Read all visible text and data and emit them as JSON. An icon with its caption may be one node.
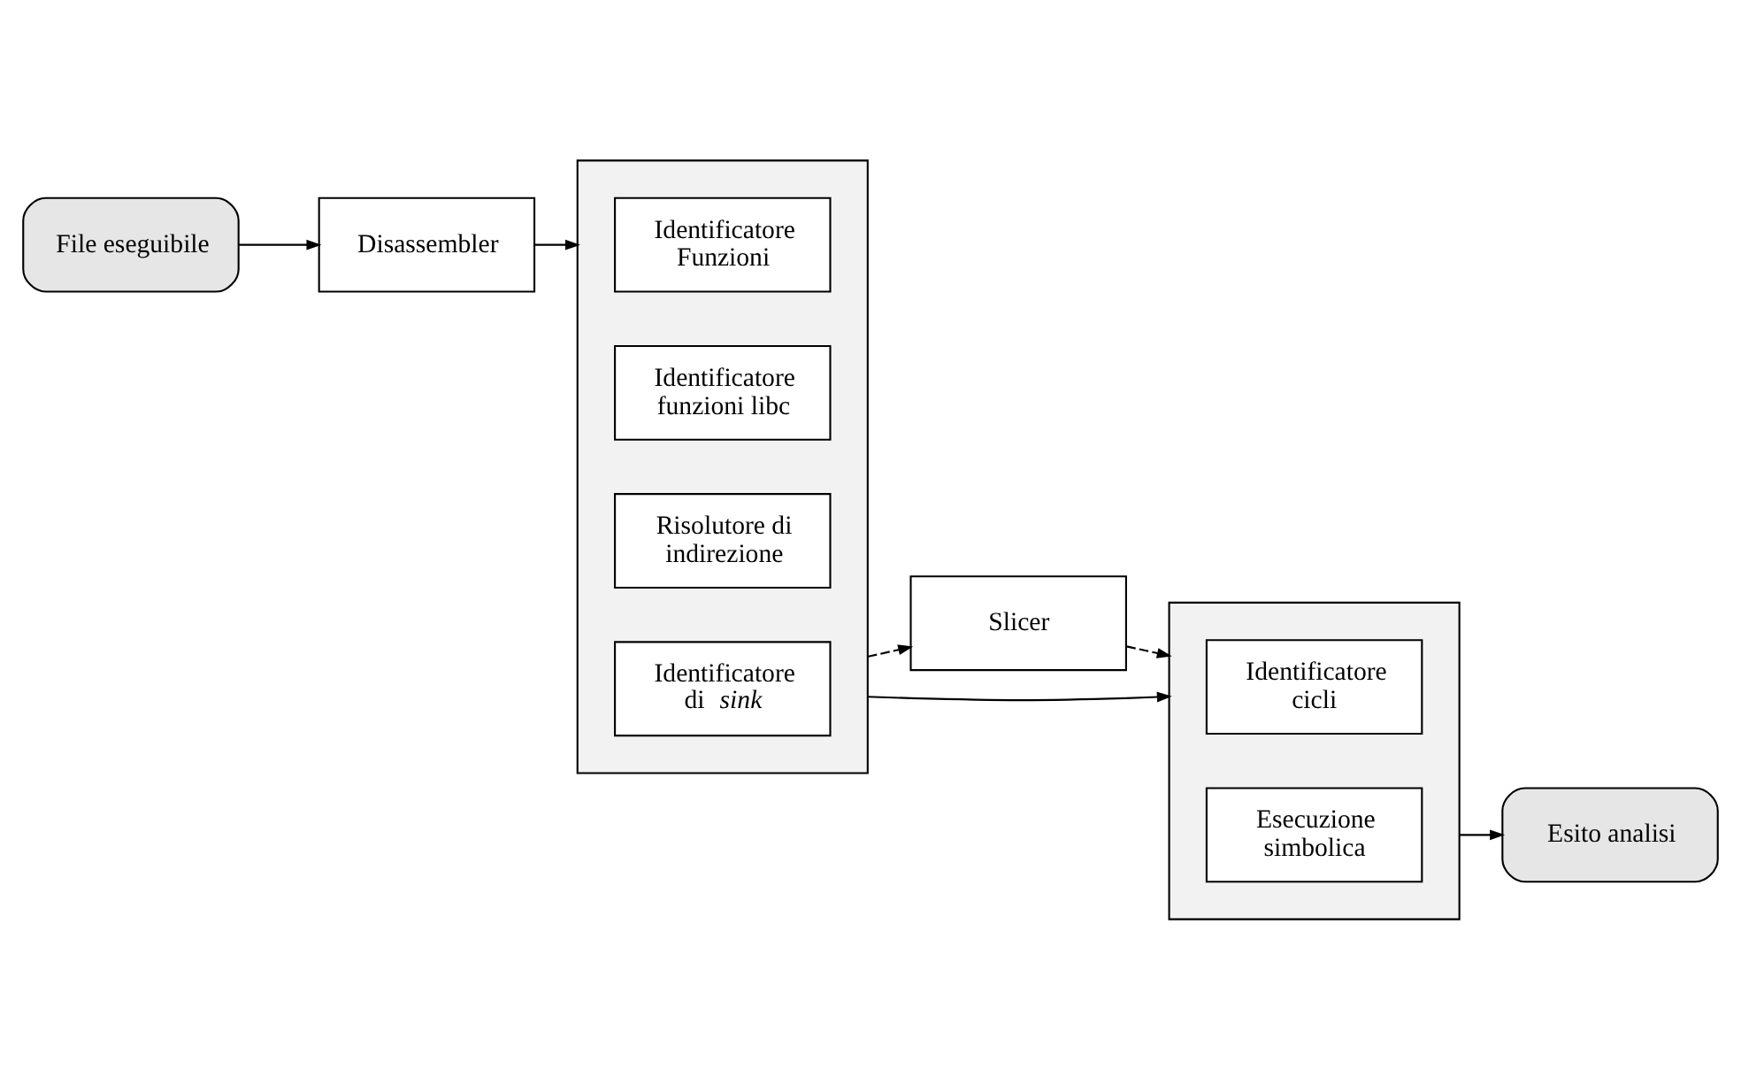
{
  "diagram": {
    "nodes": [
      {
        "text": [
          "File eseguibile"
        ]
      },
      {
        "text": [
          "Disassembler"
        ]
      },
      {
        "text": [],
        "shape": "box"
      },
      {
        "text": [
          "Identificatore Funzioni"
        ],
        "in": 2
      },
      {
        "text": [
          "Identificatore funzioni libc"
        ],
        "in": 2
      },
      {
        "text": [
          "Risolutore di indirezione"
        ],
        "in": 2
      },
      {
        "text": [
          "Identificatore di *sink*"
        ],
        "in": 2
      },
      {
        "text": [
          "Slicer"
        ]
      },
      {
        "text": [],
        "shape": "box"
      },
      {
        "text": [
          "Identificatore cicli"
        ],
        "in": 8
      },
      {
        "text": [
          "Esecuzione simbolica"
        ],
        "in": 8
      },
      {
        "text": [
          "Esito analisi"
        ]
      }
    ],
    "edges": [
      {
        "from": 0,
        "to": 1,
        "arrow": "to"
      },
      {
        "from": 1,
        "to": 2,
        "arrow": "to"
      },
      {
        "from": 2,
        "to": 7,
        "arrow": "to",
        "style": "dashed"
      },
      {
        "from": 7,
        "to": 8,
        "arrow": "to",
        "style": "dashed"
      },
      {
        "from": 2,
        "to": 8,
        "arrow": "to"
      },
      {
        "from": 8,
        "to": 11,
        "arrow": "to"
      }
    ]
  }
}
